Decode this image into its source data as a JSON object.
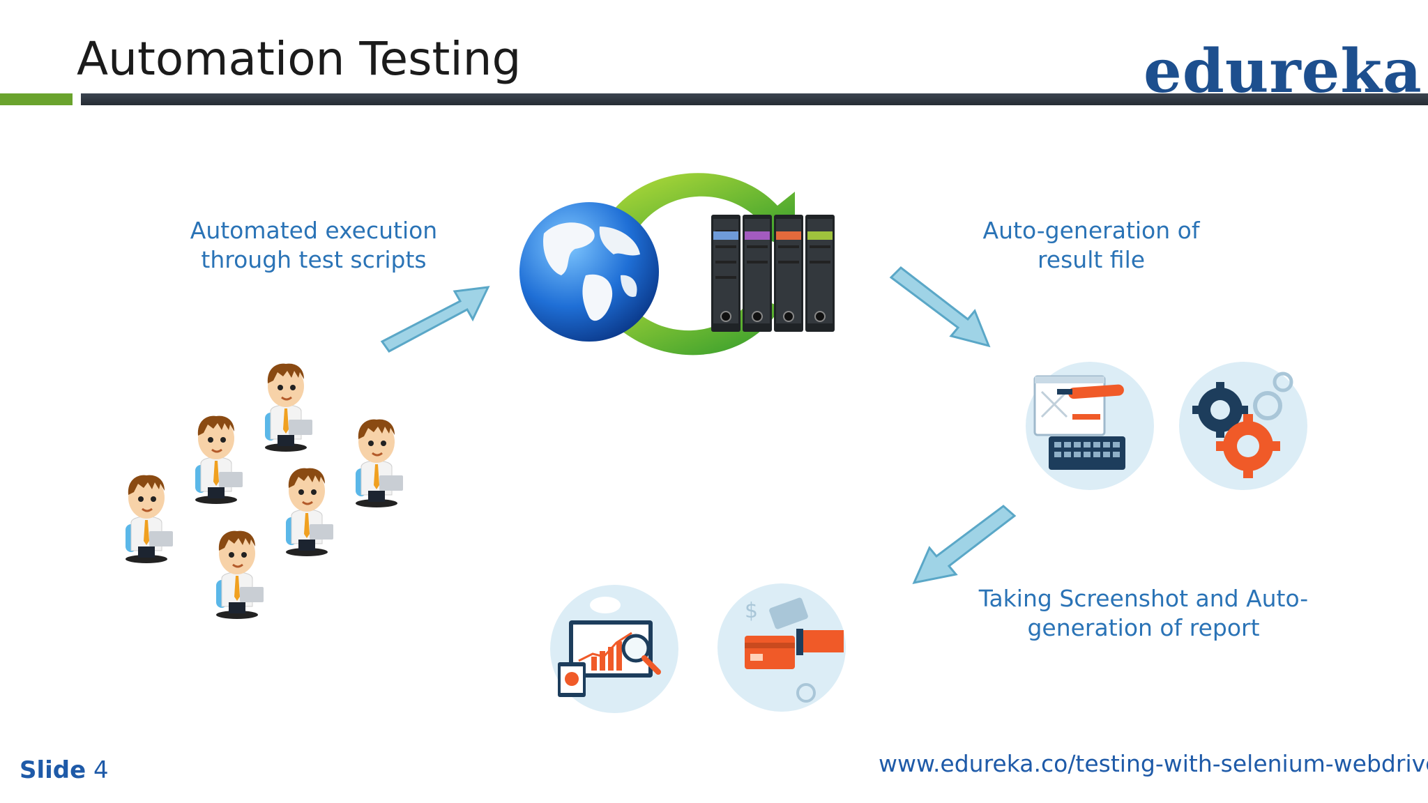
{
  "slide": {
    "title": "Automation Testing",
    "logo_text": "edureka!",
    "captions": {
      "execution": [
        "Automated execution",
        "through test scripts"
      ],
      "result": [
        "Auto-generation of",
        "result file"
      ],
      "report": [
        "Taking Screenshot and Auto-",
        "generation of report"
      ]
    },
    "footer": {
      "slide_label": "Slide",
      "slide_number": "4",
      "url": "www.edureka.co/testing-with-selenium-webdriver"
    },
    "colors": {
      "accent_green": "#6aa32d",
      "title_bar_dark": "#2e343c",
      "caption_blue": "#2a73b6",
      "logo_blue": "#1d4f8e",
      "arrow_fill": "#9fd3e6",
      "arrow_stroke": "#5aa7c7",
      "icon_circle": "#dcedf6",
      "orange": "#f05a28"
    },
    "icons": [
      "globe-icon",
      "server-rack-icon",
      "sync-arrows-icon",
      "tester-figure-icon",
      "code-editor-icon",
      "gears-icon",
      "analytics-report-icon",
      "payment-card-icon"
    ]
  }
}
